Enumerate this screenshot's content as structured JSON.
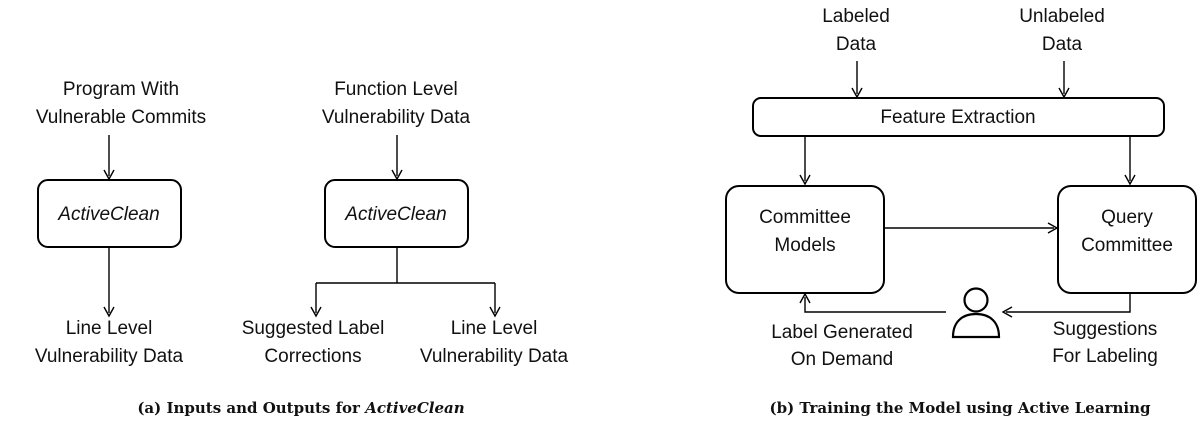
{
  "panel_a": {
    "left": {
      "input": [
        "Program With",
        "Vulnerable Commits"
      ],
      "tool": "ActiveClean",
      "output": [
        "Line Level",
        "Vulnerability Data"
      ]
    },
    "right": {
      "input": [
        "Function Level",
        "Vulnerability Data"
      ],
      "tool": "ActiveClean",
      "output_1": [
        "Suggested Label",
        "Corrections"
      ],
      "output_2": [
        "Line Level",
        "Vulnerability Data"
      ]
    },
    "caption_prefix": "(a) Inputs and Outputs for ",
    "caption_emph": "ActiveClean"
  },
  "panel_b": {
    "labeled": [
      "Labeled",
      "Data"
    ],
    "unlabeled": [
      "Unlabeled",
      "Data"
    ],
    "feature_extraction": "Feature Extraction",
    "committee_models": [
      "Committee",
      "Models"
    ],
    "query_committee": [
      "Query",
      "Committee"
    ],
    "label_generated": [
      "Label Generated",
      "On Demand"
    ],
    "suggestions": [
      "Suggestions",
      "For Labeling"
    ],
    "user_icon": "person-icon",
    "caption": "(b) Training the Model using Active Learning"
  }
}
